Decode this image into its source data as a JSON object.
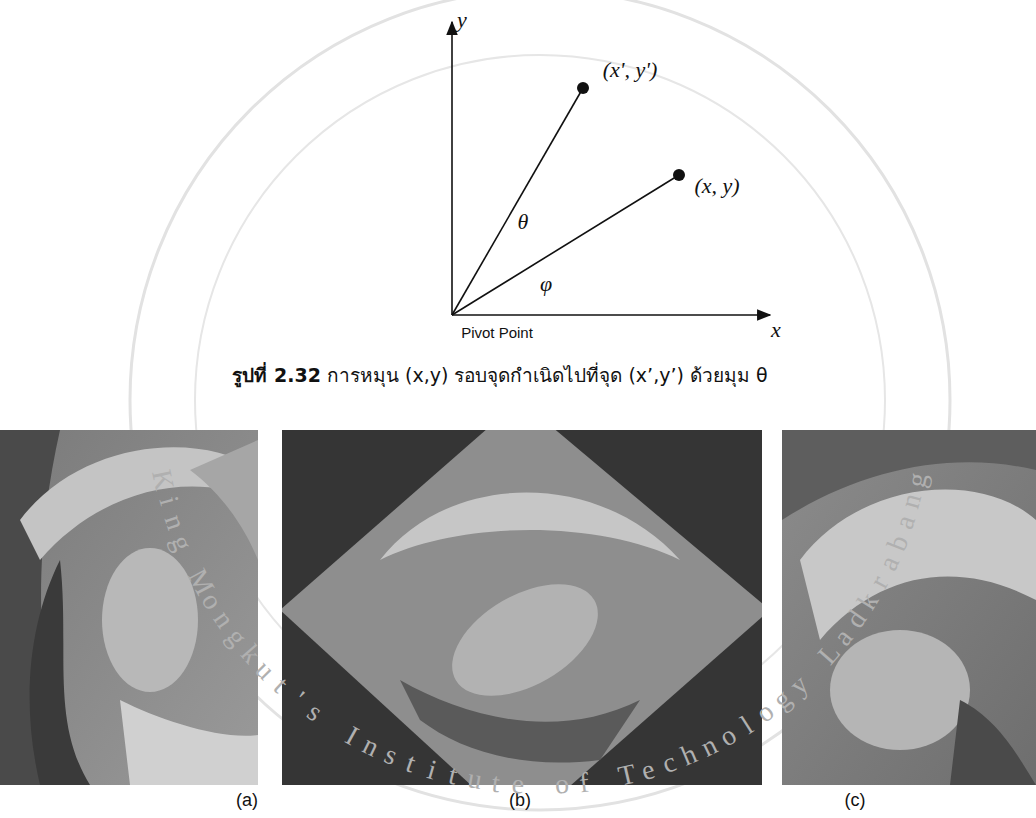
{
  "diagram": {
    "caption": "รูปที่ 2.32 การหมุน (x,y) รอบจุดกำเนิดไปที่จุด (x’,y’) ด้วยมุม θ",
    "labels": [
      "y",
      "x",
      "(x', y')",
      "(x, y)",
      "θ",
      "φ",
      "Pivot Point",
      "(a)",
      "(b)",
      "(c)",
      "King Mongkut's Institute of Technology Ladkrabang"
    ]
  }
}
